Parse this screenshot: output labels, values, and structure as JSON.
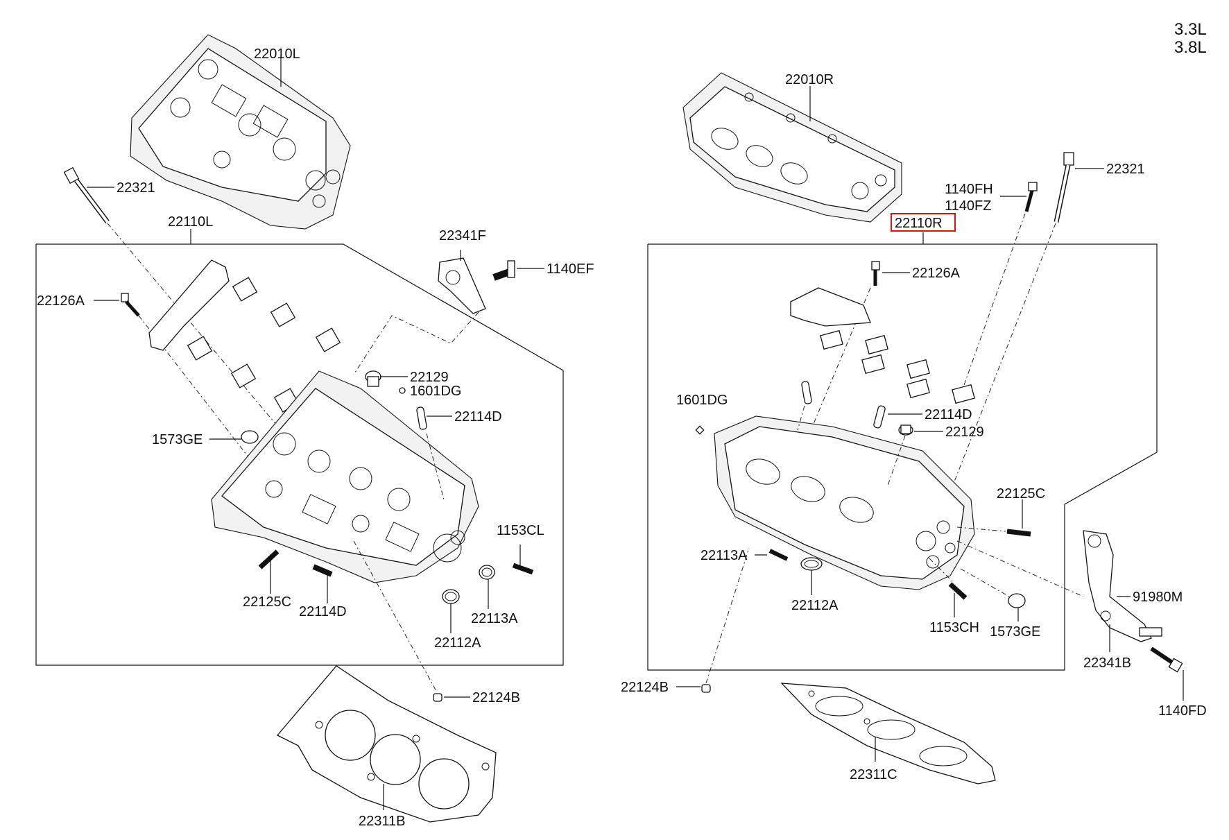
{
  "engine_variants": [
    "3.3L",
    "3.8L"
  ],
  "highlight_color": "#e01010",
  "left_bank": {
    "head_assembly": "22010L",
    "head_bolt": "22321",
    "head_subassy": "22110L",
    "bracket": "22341F",
    "bracket_bolt": "1140EF",
    "cap_bolt": "22126A",
    "plug": "22129",
    "pin": "1601DG",
    "dowel": "22114D",
    "cup_plug": "1573GE",
    "stud": "1153CL",
    "stud_c": "22125C",
    "dowel_lower": "22114D",
    "seal": "22113A",
    "ring": "22112A",
    "bush": "22124B",
    "gasket": "22311B"
  },
  "right_bank": {
    "head_assembly": "22010R",
    "bolt_fh": "1140FH",
    "bolt_fz": "1140FZ",
    "head_bolt": "22321",
    "head_subassy": "22110R",
    "cap_bolt": "22126A",
    "pin": "1601DG",
    "dowel": "22114D",
    "plug": "22129",
    "stud_c": "22125C",
    "seal": "22113A",
    "ring": "22112A",
    "stud": "1153CH",
    "cup_plug": "1573GE",
    "bracket_m": "91980M",
    "bracket": "22341B",
    "bracket_bolt": "1140FD",
    "bush": "22124B",
    "gasket": "22311C"
  }
}
